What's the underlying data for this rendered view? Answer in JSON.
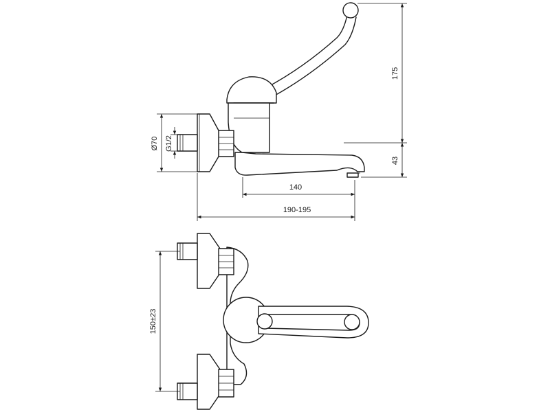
{
  "dimensions": {
    "height_175": "175",
    "height_43": "43",
    "spout_140": "140",
    "projection": "190-195",
    "rosette_dia": "Ø70",
    "thread": "G1/2",
    "centres": "150±23"
  },
  "colors": {
    "line": "#1a1a1a",
    "background": "#ffffff"
  }
}
